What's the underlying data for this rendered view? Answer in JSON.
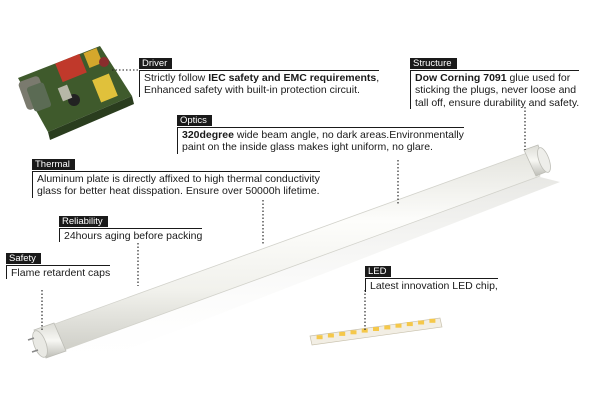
{
  "callouts": {
    "driver": {
      "tag": "Driver",
      "line1_pre": "Strictly follow ",
      "line1_bold": "IEC safety and EMC requirements",
      "line1_post": ",",
      "line2": "Enhanced safety with built-in protection circuit."
    },
    "structure": {
      "tag": "Structure",
      "line1_bold": "Dow Corning 7091",
      "line1_post": " glue used for",
      "line2": "sticking the plugs, never loose and",
      "line3": "tall off, ensure durability and safety."
    },
    "optics": {
      "tag": "Optics",
      "line1_bold": "320degree",
      "line1_post": " wide beam angle, no dark areas.Environmentally",
      "line2": "paint on the inside glass makes ight uniform, no glare."
    },
    "thermal": {
      "tag": "Thermal",
      "line1": "Aluminum plate is directly affixed to high thermal conductivity",
      "line2": "glass for better heat disspation. Ensure over 50000h lifetime."
    },
    "reliability": {
      "tag": "Reliability",
      "line1": "24hours aging before packing"
    },
    "safety": {
      "tag": "Safety",
      "line1": "Flame retardent caps"
    },
    "led": {
      "tag": "LED",
      "line1": "Latest innovation LED chip,"
    }
  },
  "colors": {
    "tube_light": "#fbfbf8",
    "tube_shadow": "#d6d6cf",
    "cap": "#e9e9e4",
    "pcb": "#f2eee4",
    "led_chip": "#f5c84a",
    "driver_board": "#3f5a2c",
    "capacitor_red": "#c0392b"
  }
}
